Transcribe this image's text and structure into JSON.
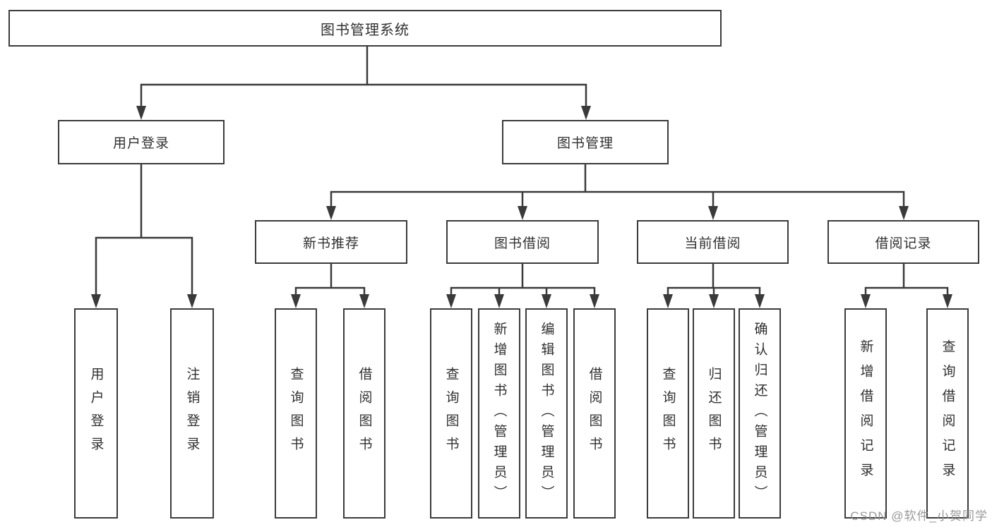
{
  "root": {
    "label": "图书管理系统"
  },
  "user_login": {
    "label": "用户登录",
    "children": [
      {
        "label": "用户登录"
      },
      {
        "label": "注销登录"
      }
    ]
  },
  "book_mgmt": {
    "label": "图书管理",
    "children": [
      {
        "label": "新书推荐",
        "children": [
          {
            "label": "查询图书"
          },
          {
            "label": "借阅图书"
          }
        ]
      },
      {
        "label": "图书借阅",
        "children": [
          {
            "label": "查询图书"
          },
          {
            "label": "新增图书（管理员）"
          },
          {
            "label": "编辑图书（管理员）"
          },
          {
            "label": "借阅图书"
          }
        ]
      },
      {
        "label": "当前借阅",
        "children": [
          {
            "label": "查询图书"
          },
          {
            "label": "归还图书"
          },
          {
            "label": "确认归还（管理员）"
          }
        ]
      },
      {
        "label": "借阅记录",
        "children": [
          {
            "label": "新增借阅记录"
          },
          {
            "label": "查询借阅记录"
          }
        ]
      }
    ]
  },
  "watermark": {
    "text": "CSDN @软件_小贺同学"
  },
  "colors": {
    "line": "#3a3a3a",
    "box_border": "#3b3b3b",
    "text": "#303030",
    "watermark": "#949494",
    "background": "#ffffff"
  }
}
